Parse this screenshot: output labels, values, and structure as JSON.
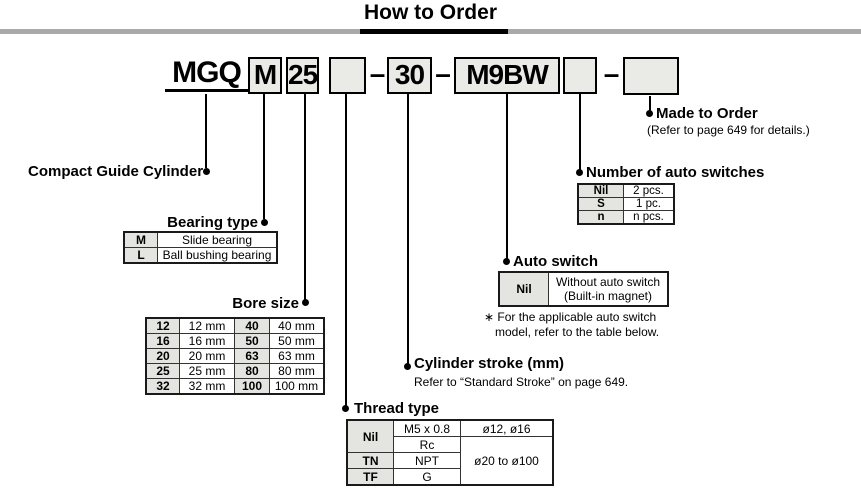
{
  "header": {
    "title": "How to Order"
  },
  "model_code": {
    "series": "MGQ",
    "bearing_code": "M",
    "bore_code": "25",
    "thread_code": "",
    "separator": "–",
    "stroke_code": "30",
    "auto_switch_code": "M9BW",
    "switch_qty_code": "",
    "made_to_order_code": ""
  },
  "compact_guide_cylinder": {
    "label": "Compact Guide Cylinder"
  },
  "bearing_type": {
    "title": "Bearing type",
    "rows": [
      [
        "M",
        "Slide bearing"
      ],
      [
        "L",
        "Ball bushing bearing"
      ]
    ]
  },
  "bore_size": {
    "title": "Bore size",
    "rows": [
      [
        "12",
        "12 mm",
        "40",
        "40 mm"
      ],
      [
        "16",
        "16 mm",
        "50",
        "50 mm"
      ],
      [
        "20",
        "20 mm",
        "63",
        "63 mm"
      ],
      [
        "25",
        "25 mm",
        "80",
        "80 mm"
      ],
      [
        "32",
        "32 mm",
        "100",
        "100 mm"
      ]
    ]
  },
  "thread_type": {
    "title": "Thread type",
    "codes": [
      "Nil",
      "TN",
      "TF"
    ],
    "threads": [
      "M5 x 0.8",
      "Rc",
      "NPT",
      "G"
    ],
    "applicable_sizes": [
      "ø12, ø16",
      "ø20 to ø100"
    ]
  },
  "cylinder_stroke": {
    "title": "Cylinder stroke (mm)",
    "note": "Refer to “Standard Stroke” on page 649."
  },
  "auto_switch": {
    "title": "Auto switch",
    "code": "Nil",
    "value_line1": "Without auto switch",
    "value_line2": "(Built-in magnet)",
    "note_line1": "∗ For the applicable auto switch",
    "note_line2": "model, refer to the table below."
  },
  "switch_quantity": {
    "title": "Number of auto switches",
    "rows": [
      [
        "Nil",
        "2 pcs."
      ],
      [
        "S",
        "1 pc."
      ],
      [
        "n",
        "n pcs."
      ]
    ]
  },
  "made_to_order": {
    "title": "Made to Order",
    "note": "(Refer to page 649 for details.)"
  }
}
